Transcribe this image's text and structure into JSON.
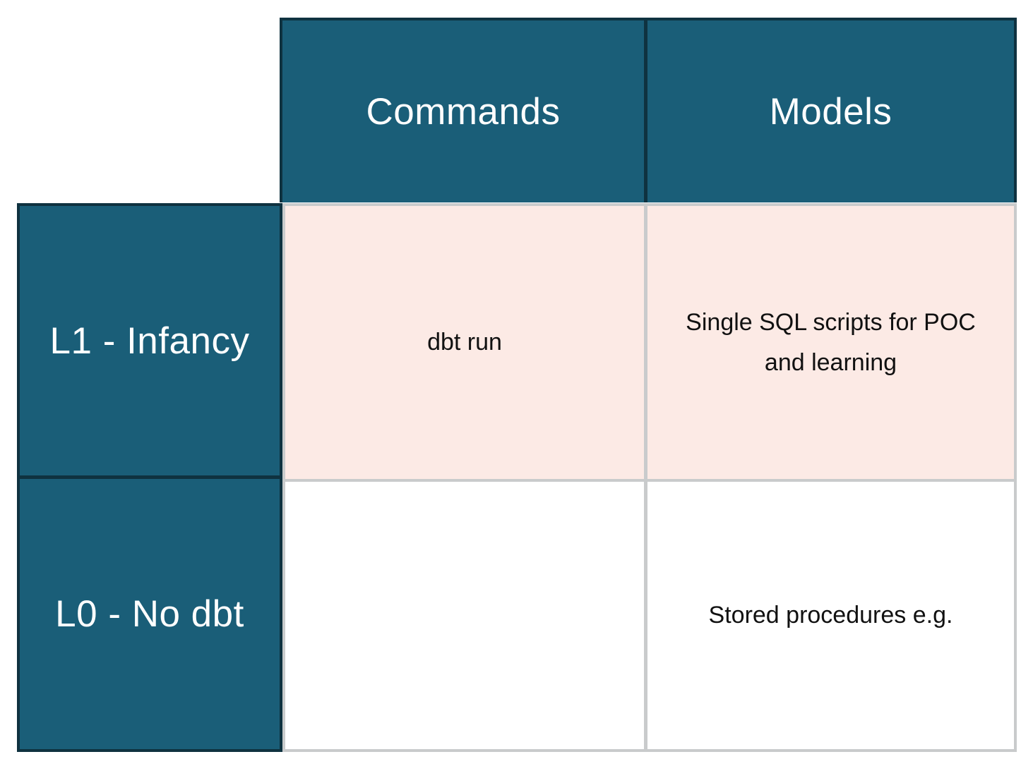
{
  "table": {
    "column_headers": [
      {
        "label": "Commands"
      },
      {
        "label": "Models"
      }
    ],
    "row_headers": [
      {
        "label": "L1 - Infancy"
      },
      {
        "label": "L0 - No dbt"
      }
    ],
    "cells": {
      "l1_commands": "dbt run",
      "l1_models": "Single SQL scripts for POC and learning",
      "l0_commands": "",
      "l0_models": "Stored procedures e.g."
    },
    "colors": {
      "header_fill": "#1a5e78",
      "header_text": "#ffffff",
      "l1_row_fill": "#fceae5",
      "l0_row_fill": "#ffffff",
      "teal_border": "#0f3240",
      "grid_border": "#c9cbcc",
      "body_text": "#111111"
    }
  }
}
